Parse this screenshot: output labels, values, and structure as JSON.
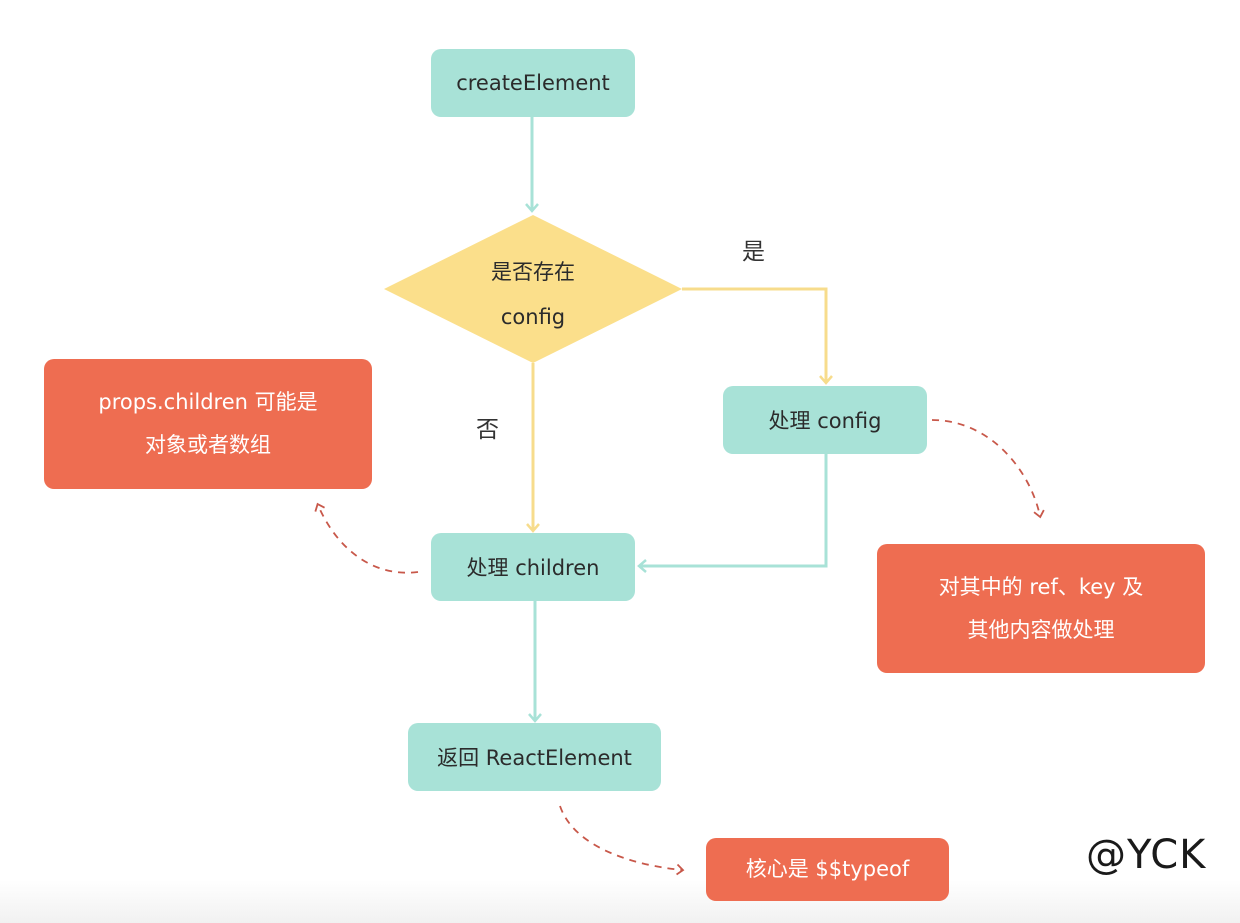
{
  "nodes": {
    "create_element": "createElement",
    "decision_line1": "是否存在",
    "decision_line2": "config",
    "process_config": "处理 config",
    "process_children": "处理 children",
    "return_element": "返回 ReactElement"
  },
  "notes": {
    "children_line1": "props.children 可能是",
    "children_line2": "对象或者数组",
    "config_line1": "对其中的 ref、key 及",
    "config_line2": "其他内容做处理",
    "typeof": "核心是 $$typeof"
  },
  "edge_labels": {
    "yes": "是",
    "no": "否"
  },
  "watermark": "@YCK",
  "colors": {
    "process": "#a8e2d7",
    "decision": "#fbdf8b",
    "note": "#ee6d51",
    "arrow_teal": "#a8e2d7",
    "arrow_yellow": "#f7dc8c",
    "arrow_dashed": "#c8584a"
  }
}
